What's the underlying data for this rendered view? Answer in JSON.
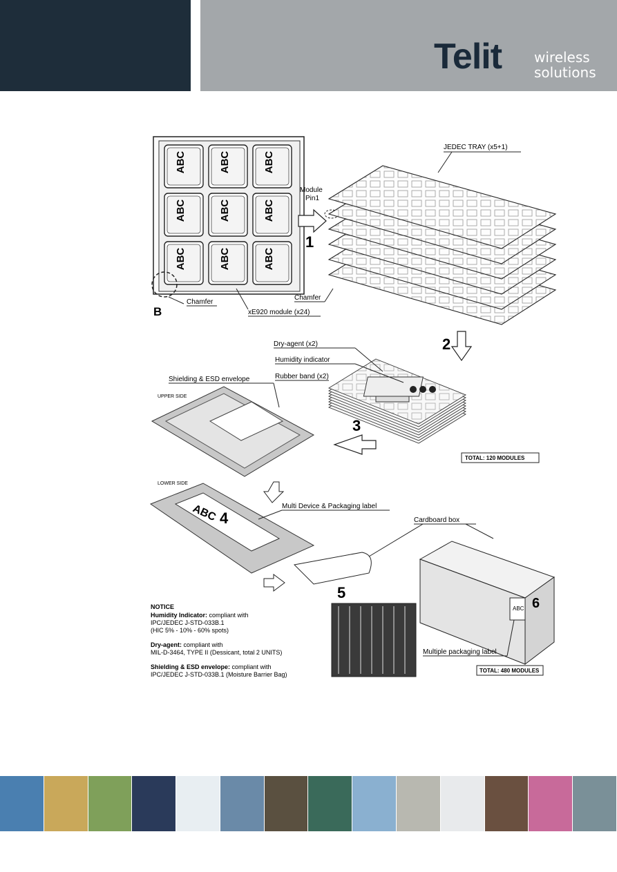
{
  "header": {
    "logo_word": "Telit",
    "logo_sub_line1": "wireless",
    "logo_sub_line2": "solutions"
  },
  "figure": {
    "module_label": "ABC",
    "callouts": {
      "jedec_tray": "JEDEC TRAY (x5+1)",
      "module_pin1_line1": "Module",
      "module_pin1_line2": "Pin1",
      "step1": "1",
      "b_marker": "B",
      "chamfer_left": "Chamfer",
      "chamfer_right": "Chamfer",
      "xe920_module": "xE920 module (x24)",
      "step2": "2",
      "dry_agent": "Dry-agent (x2)",
      "humidity_indicator": "Humidity indicator",
      "rubber_band": "Rubber band (x2)",
      "shielding_esd": "Shielding & ESD envelope",
      "upper_side": "UPPER SIDE",
      "step3": "3",
      "total_120": "TOTAL: 120 MODULES",
      "lower_side": "LOWER SIDE",
      "step4": "4",
      "bag_label": "ABC",
      "multi_device_label": "Multi Device & Packaging label",
      "cardboard_box": "Cardboard box",
      "step5": "5",
      "step6": "6",
      "box_label": "ABC",
      "multiple_packaging_label": "Multiple packaging label",
      "total_480": "TOTAL: 480  MODULES"
    },
    "notice": {
      "title": "NOTICE",
      "humidity_bold": "Humidity Indicator:",
      "humidity_text": " compliant with",
      "humidity_line2": "IPC/JEDEC J-STD-033B.1",
      "humidity_line3": "(HIC 5% - 10% - 60% spots)",
      "dry_bold": "Dry-agent:",
      "dry_text": " compliant with",
      "dry_line2": "MIL-D-3464, TYPE II (Dessicant, total 2 UNITS)",
      "shield_bold": "Shielding & ESD envelope:",
      "shield_text": " compliant with",
      "shield_line2": "IPC/JEDEC J-STD-033B.1 (Moisture Barrier Bag)"
    }
  },
  "footer": {
    "tile_colors": [
      "#4a7fb0",
      "#c9a85a",
      "#7fa05a",
      "#2a3a5a",
      "#e8eef2",
      "#6a8aa8",
      "#5a5040",
      "#3a6a5a",
      "#8ab0d0",
      "#b8b8b0",
      "#e8eaec",
      "#6a5040",
      "#c86a9a",
      "#7a9098"
    ]
  }
}
